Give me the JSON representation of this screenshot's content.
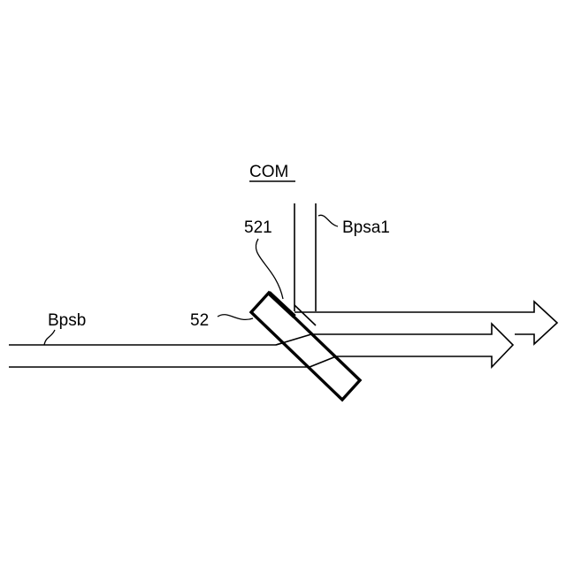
{
  "labels": {
    "com": "COM",
    "ref_521": "521",
    "ref_bpsa1": "Bpsa1",
    "ref_52": "52",
    "ref_bpsb": "Bpsb"
  },
  "colors": {
    "line": "#000000",
    "background": "#ffffff"
  }
}
